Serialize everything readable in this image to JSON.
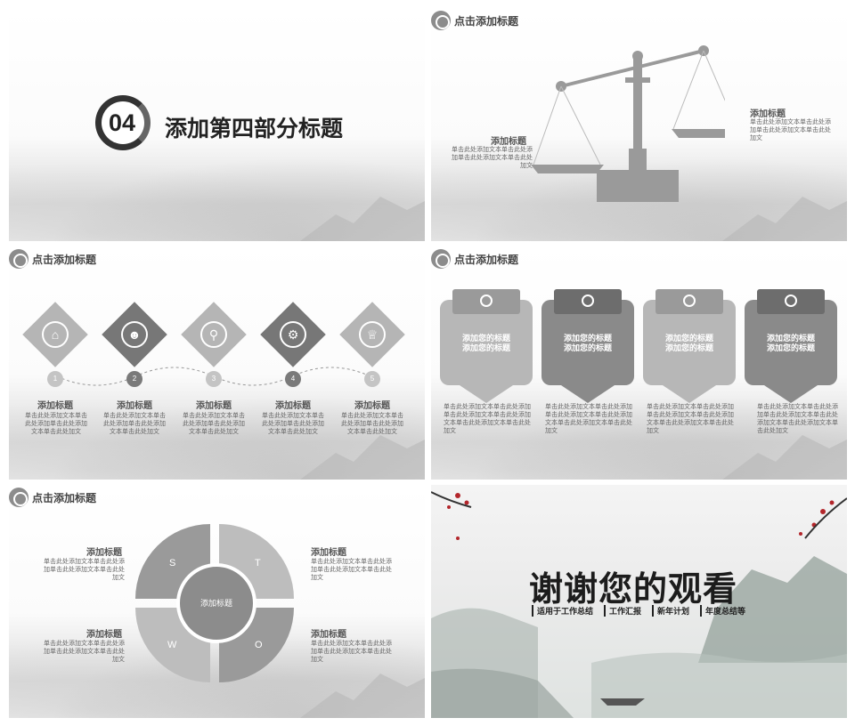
{
  "slide1": {
    "number": "04",
    "title": "添加第四部分标题"
  },
  "header_label": "点击添加标题",
  "slide2": {
    "left": {
      "title": "添加标题",
      "text": "单击此处添加文本单击此处添加单击此处添加文本单击此处加文"
    },
    "right": {
      "title": "添加标题",
      "text": "单击此处添加文本单击此处添加单击此处添加文本单击此处加文"
    }
  },
  "slide3": {
    "steps": [
      {
        "num": "1",
        "title": "添加标题",
        "text": "单击此处添加文本单击此处添加单击此处添加文本单击此处加文",
        "icon": "home-icon"
      },
      {
        "num": "2",
        "title": "添加标题",
        "text": "单击此处添加文本单击此处添加单击此处添加文本单击此处加文",
        "icon": "users-icon"
      },
      {
        "num": "3",
        "title": "添加标题",
        "text": "单击此处添加文本单击此处添加单击此处添加文本单击此处加文",
        "icon": "search-icon"
      },
      {
        "num": "4",
        "title": "添加标题",
        "text": "单击此处添加文本单击此处添加单击此处添加文本单击此处加文",
        "icon": "gear-icon"
      },
      {
        "num": "5",
        "title": "添加标题",
        "text": "单击此处添加文本单击此处添加单击此处添加文本单击此处加文",
        "icon": "trophy-icon"
      }
    ]
  },
  "slide4": {
    "cards": [
      {
        "line1": "添加您的标题",
        "line2": "添加您的标题",
        "text": "单击此处添加文本单击此处添加单击此处添加文本单击此处添加文本单击此处添加文本单击此处加文"
      },
      {
        "line1": "添加您的标题",
        "line2": "添加您的标题",
        "text": "单击此处添加文本单击此处添加单击此处添加文本单击此处添加文本单击此处添加文本单击此处加文"
      },
      {
        "line1": "添加您的标题",
        "line2": "添加您的标题",
        "text": "单击此处添加文本单击此处添加单击此处添加文本单击此处添加文本单击此处添加文本单击此处加文"
      },
      {
        "line1": "添加您的标题",
        "line2": "添加您的标题",
        "text": "单击此处添加文本单击此处添加单击此处添加文本单击此处添加文本单击此处添加文本单击此处加文"
      }
    ]
  },
  "slide5": {
    "center": "添加标题",
    "letters": {
      "s": "S",
      "t": "T",
      "w": "W",
      "o": "O"
    },
    "blocks": [
      {
        "title": "添加标题",
        "text": "单击此处添加文本单击此处添加单击此处添加文本单击此处加文"
      },
      {
        "title": "添加标题",
        "text": "单击此处添加文本单击此处添加单击此处添加文本单击此处加文"
      },
      {
        "title": "添加标题",
        "text": "单击此处添加文本单击此处添加单击此处添加文本单击此处加文"
      },
      {
        "title": "添加标题",
        "text": "单击此处添加文本单击此处添加单击此处添加文本单击此处加文"
      }
    ]
  },
  "slide6": {
    "title": "谢谢您的观看",
    "tags": [
      "适用于工作总结",
      "工作汇报",
      "新年计划",
      "年度总结等"
    ]
  }
}
